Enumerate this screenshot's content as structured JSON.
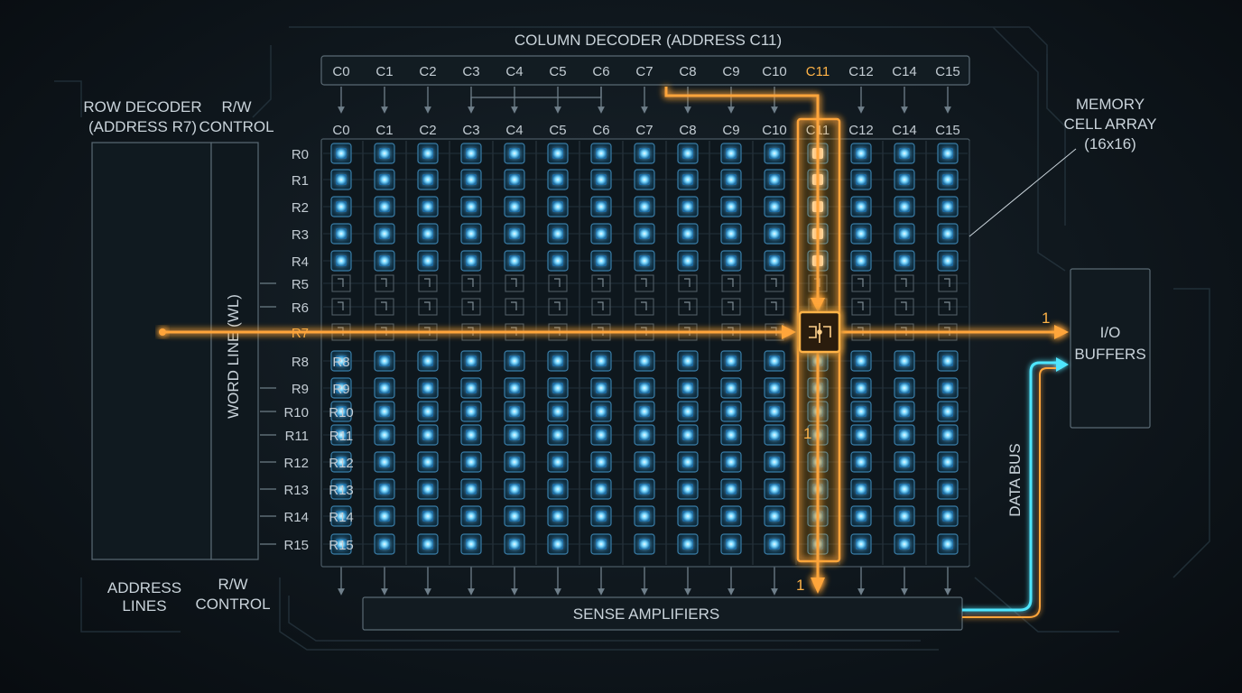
{
  "column_decoder": {
    "title": "COLUMN DECODER (ADDRESS C11)",
    "labels": [
      "C0",
      "C1",
      "C2",
      "C3",
      "C4",
      "C5",
      "C6",
      "C7",
      "C8",
      "C9",
      "C10",
      "C11",
      "C12",
      "C14",
      "C15"
    ],
    "selected_index": 11
  },
  "array_column_labels": [
    "C0",
    "C1",
    "C2",
    "C3",
    "C4",
    "C5",
    "C6",
    "C7",
    "C8",
    "C9",
    "C10",
    "C11",
    "C12",
    "C14",
    "C15"
  ],
  "row_decoder": {
    "title_line1": "ROW DECODER",
    "title_line2": "(ADDRESS R7)"
  },
  "rw_control_top": {
    "line1": "R/W",
    "line2": "CONTROL"
  },
  "word_line": {
    "label": "WORD LINE (WL)"
  },
  "outer_row_labels": [
    "R0",
    "R1",
    "R2",
    "R3",
    "R4",
    "R5",
    "R6",
    "R7",
    "R8",
    "R9",
    "R10",
    "R11",
    "R12",
    "R13",
    "R14",
    "R15"
  ],
  "inner_row_labels": [
    "R8",
    "R9",
    "R10",
    "R11",
    "R12",
    "R13",
    "R14",
    "R15"
  ],
  "selected_row_index": 7,
  "dim_row_indices": [
    5,
    6,
    7
  ],
  "memory_cell_array": {
    "line1": "MEMORY",
    "line2": "CELL ARRAY",
    "line3": "(16x16)"
  },
  "io_buffers": {
    "line1": "I/O",
    "line2": "BUFFERS"
  },
  "data_bus": {
    "label": "DATA BUS"
  },
  "sense_amplifiers": {
    "label": "SENSE AMPLIFIERS"
  },
  "address_lines": {
    "line1": "ADDRESS",
    "line2": "LINES"
  },
  "rw_control_bottom": {
    "line1": "R/W",
    "line2": "CONTROL"
  },
  "bit_values": {
    "word_line_output": "1",
    "bit_line": "1",
    "sense_output": "1"
  },
  "colors": {
    "background": "#0d1419",
    "cyan": "#4fe6ff",
    "cell_blue": "#5cc8ff",
    "orange": "#ffa53a",
    "text": "#c9d3da"
  }
}
